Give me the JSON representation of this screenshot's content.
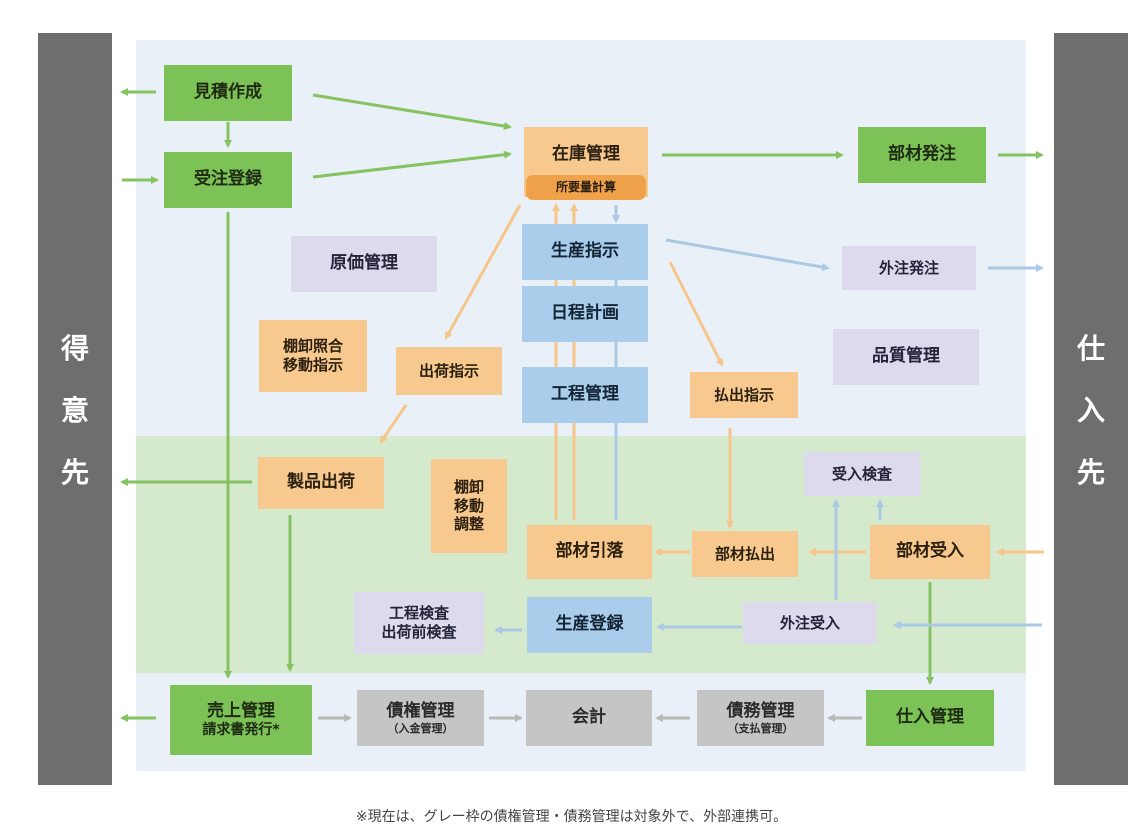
{
  "side": {
    "left": [
      "得",
      "意",
      "先"
    ],
    "right": [
      "仕",
      "入",
      "先"
    ]
  },
  "boxes": {
    "mitsumori": "見積作成",
    "juchu": "受注登録",
    "genka": "原価管理",
    "tanaoroshi_shogo": [
      "棚卸照合",
      "移動指示"
    ],
    "shukka_shiji": "出荷指示",
    "zaiko": "在庫管理",
    "shoyoryo": "所要量計算",
    "seisan_shiji": "生産指示",
    "nittei": "日程計画",
    "kotei": "工程管理",
    "buzai_hacchu": "部材発注",
    "gaichu_hacchu": "外注発注",
    "hinshitsu": "品質管理",
    "haraidashi_shiji": "払出指示",
    "seihin_shukka": "製品出荷",
    "tanaoroshi_ido": [
      "棚卸",
      "移動",
      "調整"
    ],
    "buzai_hikiotoshi": "部材引落",
    "buzai_haraidashi": "部材払出",
    "ukeire_kensa": "受入検査",
    "buzai_ukeire": "部材受入",
    "kotei_kensa": [
      "工程検査",
      "出荷前検査"
    ],
    "seisan_toroku": "生産登録",
    "gaichu_ukeire": "外注受入",
    "uriage": "売上管理",
    "seikyusho": "請求書発行*",
    "saiken": "債権管理",
    "saiken_sub": "（入金管理）",
    "kaikei": "会計",
    "saimu": "債務管理",
    "saimu_sub": "（支払管理）",
    "shiire": "仕入管理"
  },
  "caption": "※現在は、グレー枠の債権管理・債務管理は対象外で、外部連携可。",
  "colors": {
    "green": "#7cc256",
    "orange": "#f7c98e",
    "blue": "#a9cdeb",
    "purple": "#dcdaec",
    "gray": "#c5c5c5",
    "side": "#6e6e6e",
    "zone_top": "#e9f0f8",
    "zone_mid": "#d5e9cd",
    "arrow_green": "#86c360",
    "arrow_orange": "#f6c58a",
    "arrow_blue": "#abc8e4",
    "arrow_gray": "#b8b8b8"
  }
}
